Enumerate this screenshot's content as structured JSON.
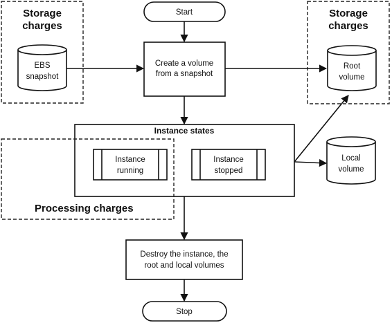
{
  "nodes": {
    "start": "Start",
    "create_volume": [
      "Create a volume",
      "from a snapshot"
    ],
    "ebs_snapshot": [
      "EBS",
      "snapshot"
    ],
    "root_volume": [
      "Root",
      "volume"
    ],
    "local_volume": [
      "Local",
      "volume"
    ],
    "instance_states_title": "Instance states",
    "instance_running": [
      "Instance",
      "running"
    ],
    "instance_stopped": [
      "Instance",
      "stopped"
    ],
    "destroy": [
      "Destroy the instance, the",
      "root and local volumes"
    ],
    "stop": "Stop"
  },
  "regions": {
    "storage_left": [
      "Storage",
      "charges"
    ],
    "storage_right": [
      "Storage",
      "charges"
    ],
    "processing": "Processing charges"
  }
}
